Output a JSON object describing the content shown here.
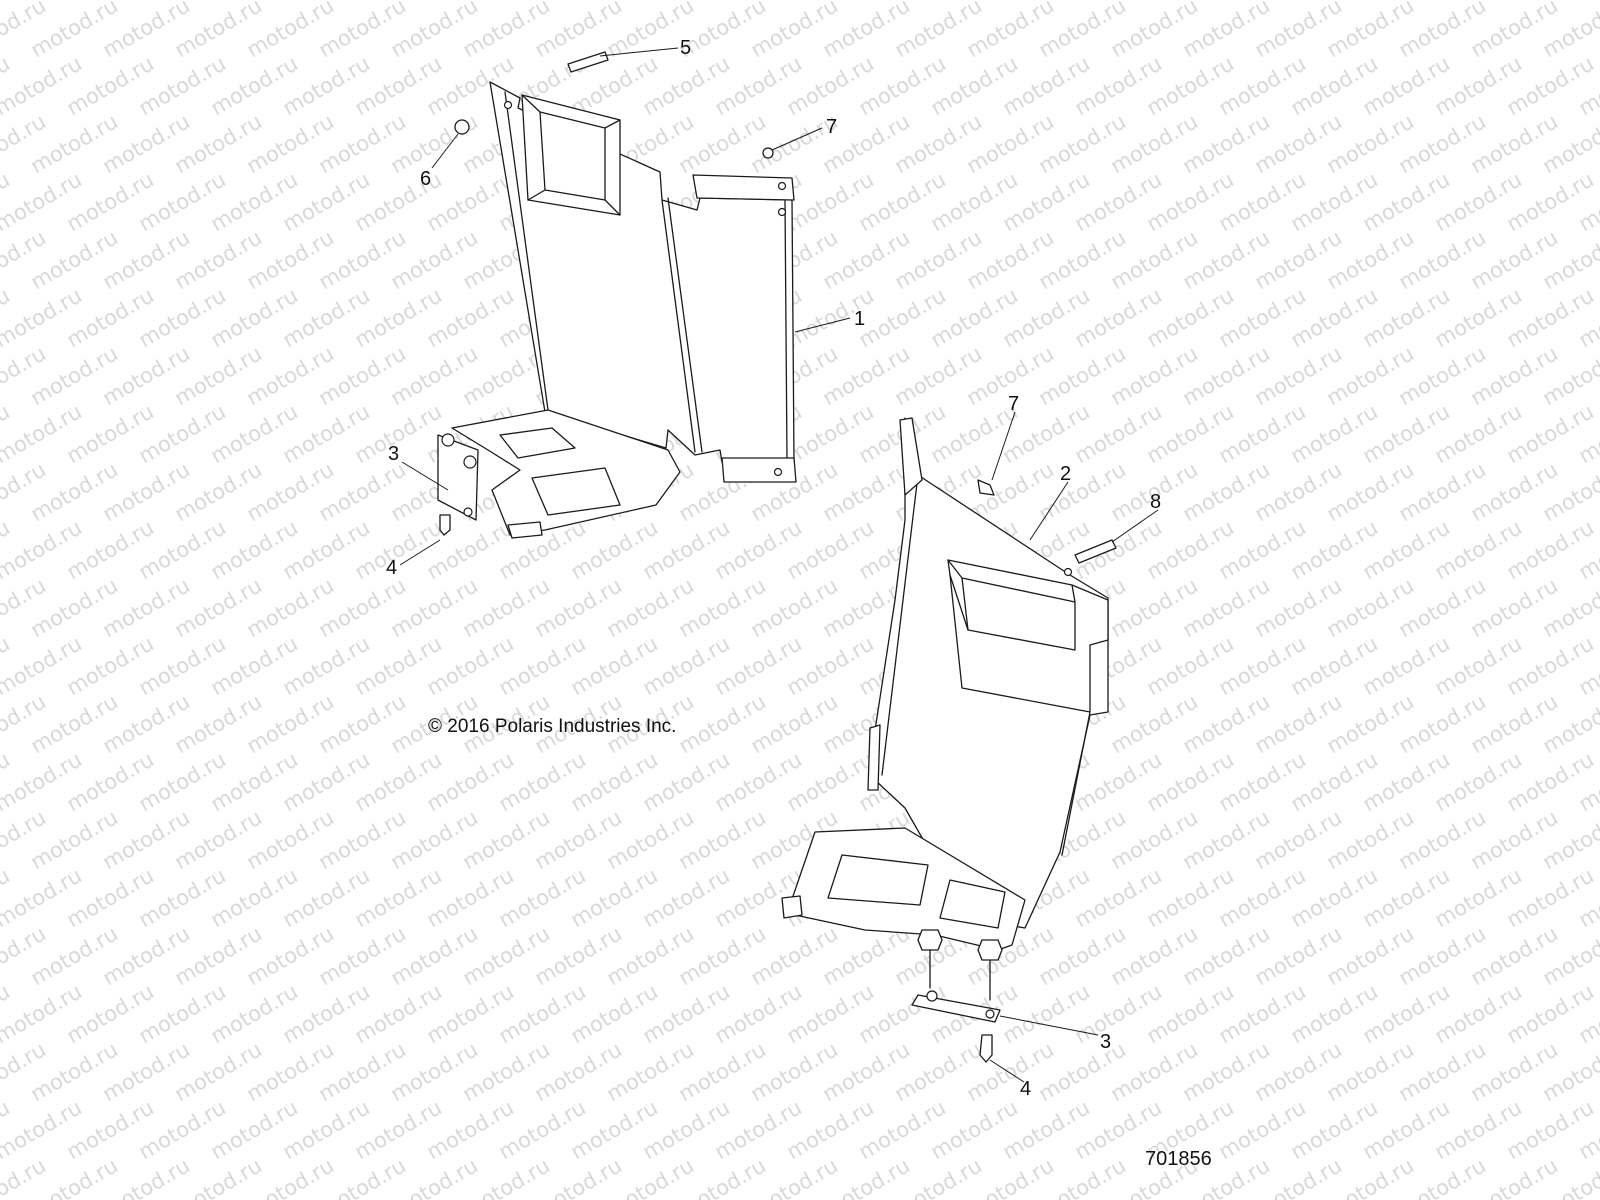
{
  "watermark": {
    "text": "motod.ru"
  },
  "copyright": "© 2016 Polaris Industries Inc.",
  "drawing_number": "701856",
  "callouts": {
    "c1": "1",
    "c2": "2",
    "c3a": "3",
    "c3b": "3",
    "c4a": "4",
    "c4b": "4",
    "c5": "5",
    "c6": "6",
    "c7a": "7",
    "c7b": "7",
    "c8": "8"
  }
}
